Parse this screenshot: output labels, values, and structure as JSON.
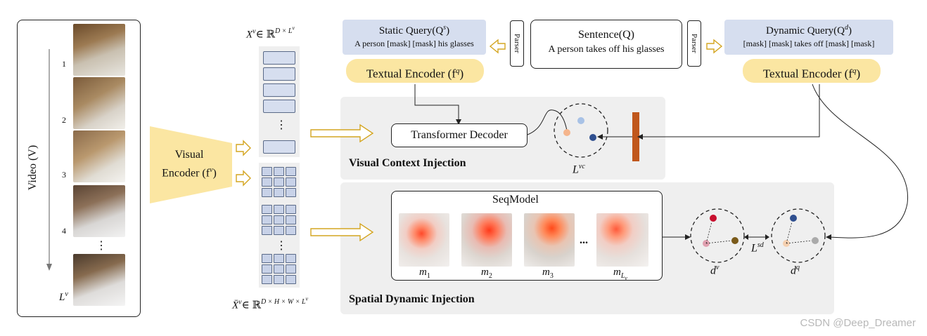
{
  "video": {
    "axis_label": "Video (V)",
    "frame_numbers": [
      "1",
      "2",
      "3",
      "4"
    ],
    "dots": "⋮",
    "length_label": "L",
    "length_sup": "v"
  },
  "visual_encoder": {
    "label_line1": "Visual",
    "label_line2": "Encoder (f",
    "sup": "v",
    "close": ")"
  },
  "features": {
    "x_label": "X",
    "x_sup": "v",
    "x_space": "∈ ℝ",
    "x_dims": "D × L",
    "x_dims_sup": "v",
    "xbar_label": "X̄",
    "xbar_sup": "v",
    "xbar_space": "∈ ℝ",
    "xbar_dims": "D × H × W × L",
    "xbar_dims_sup": "v",
    "dots": "⋮"
  },
  "static_query": {
    "title": "Static Query(Q",
    "title_sup": "s",
    "title_close": ")",
    "text": "A person [mask] [mask] his glasses"
  },
  "sentence": {
    "title": "Sentence(Q)",
    "text": "A person takes off his glasses"
  },
  "dynamic_query": {
    "title": "Dynamic Query(Q",
    "title_sup": "d",
    "title_close": ")",
    "text": "[mask] [mask] takes off [mask] [mask]"
  },
  "parser_label": "Parser",
  "textual_encoder": {
    "label": "Textual  Encoder (f",
    "sup": "q",
    "close": ")"
  },
  "visual_context": {
    "title": "Visual Context Injection",
    "decoder": "Transformer Decoder",
    "loss": "L",
    "loss_sup": "vc"
  },
  "spatial_dynamic": {
    "title": "Spatial Dynamic Injection",
    "seqmodel": "SeqModel",
    "masks": [
      "m",
      "m",
      "m",
      "m"
    ],
    "mask_subs": [
      "1",
      "2",
      "3",
      "L"
    ],
    "mask_last_subsub": "v",
    "ellipsis": "...",
    "dv": "d",
    "dv_sup": "v",
    "dq": "d",
    "dq_sup": "q",
    "loss": "L",
    "loss_sup": "sd"
  },
  "watermark": "CSDN @Deep_Dreamer",
  "colors": {
    "query_bg": "#d6deef",
    "encoder_bg": "#fbe6a2",
    "panel_bg": "#efefef",
    "bar": "#c0571c",
    "arrow_outline": "#d4a520"
  }
}
